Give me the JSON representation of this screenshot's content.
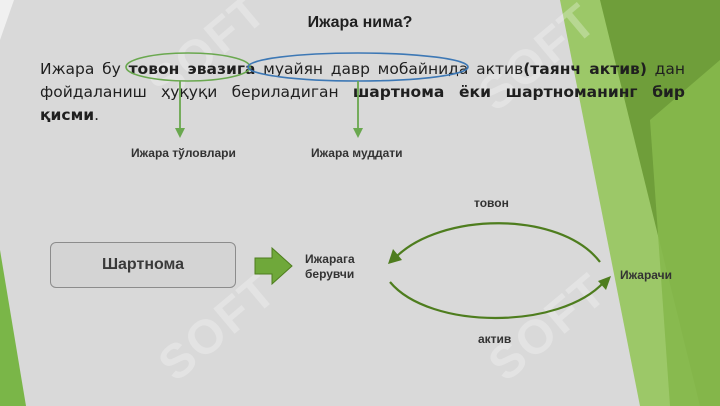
{
  "colors": {
    "background": "#d9d9d9",
    "accent_green": "#7ab648",
    "arrow_dark_green": "#4e7d1e",
    "oval_green": "#6aa84f",
    "oval_blue": "#3d78b5"
  },
  "slide": {
    "title": "Ижара нима?",
    "paragraph": {
      "t1": "Ижара бу ",
      "b1": "товон эвазига",
      "t2": " муайян давр мобайнида актив",
      "b2": "(таянч актив)",
      "t3": " дан фойдаланиш ҳуқуқи бериладиган ",
      "b3": "шартнома ёки шартноманинг бир қисми",
      "t4": "."
    },
    "pointer_labels": {
      "payments": "Ижара тўловлари",
      "term": "Ижара муддати"
    },
    "diagram": {
      "contract_box": "Шартнома",
      "lessor": "Ижарага берувчи",
      "lessee": "Ижарачи",
      "top_flow": "товон",
      "bottom_flow": "актив"
    },
    "watermark": "SOFT"
  }
}
